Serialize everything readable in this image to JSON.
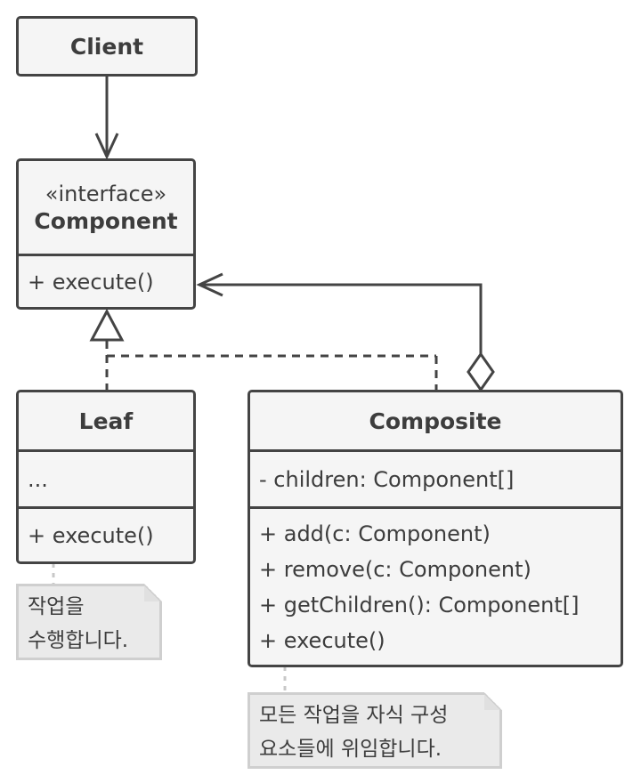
{
  "client": {
    "name": "Client"
  },
  "component": {
    "stereotype": "«interface»",
    "name": "Component",
    "methods": [
      "+ execute()"
    ]
  },
  "leaf": {
    "name": "Leaf",
    "fields": [
      "..."
    ],
    "methods": [
      "+ execute()"
    ]
  },
  "composite": {
    "name": "Composite",
    "fields": [
      "- children: Component[]"
    ],
    "methods": [
      "+ add(c: Component)",
      "+ remove(c: Component)",
      "+ getChildren(): Component[]",
      "+ execute()"
    ]
  },
  "notes": {
    "leaf": [
      "작업을",
      "수행합니다."
    ],
    "composite": [
      "모든 작업을 자식 구성",
      "요소들에 위임합니다."
    ]
  },
  "colors": {
    "box_fill": "#f5f5f5",
    "stroke": "#444444",
    "note_fill": "#eaeaea",
    "note_border": "#cfcfcf"
  }
}
